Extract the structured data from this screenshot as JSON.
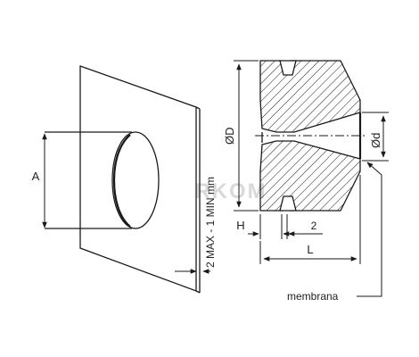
{
  "diagram": {
    "watermark": "ERKOM",
    "labels": {
      "panel_hole_diameter": "A",
      "panel_thickness": "2 MAX - 1 MIN mm",
      "outer_diameter": "ØD",
      "inner_diameter": "Ød",
      "flange_height": "H",
      "groove_width": "2",
      "length": "L",
      "membrane": "membrana"
    },
    "colors": {
      "line": "#1a1a1a",
      "hatch": "#1a1a1a",
      "background": "#ffffff"
    }
  }
}
